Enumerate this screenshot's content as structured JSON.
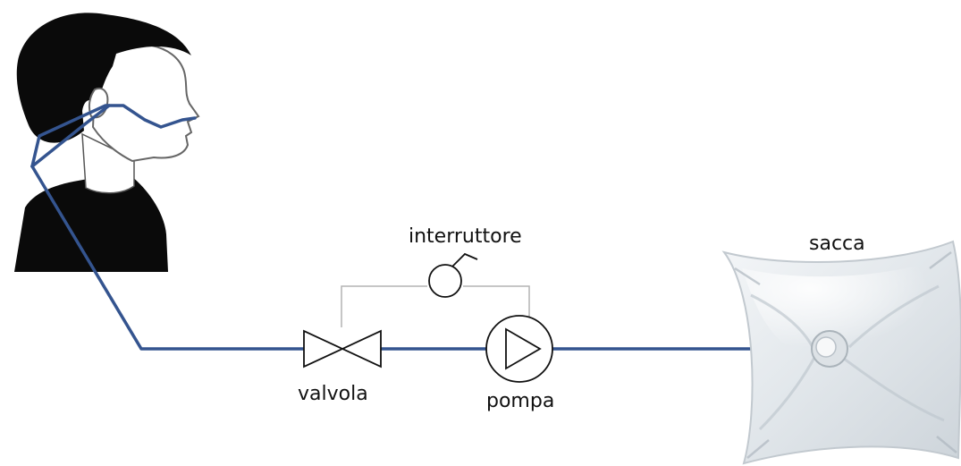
{
  "labels": {
    "switch": "interruttore",
    "bag": "sacca",
    "valve": "valvola",
    "pump": "pompa"
  },
  "colors": {
    "tube": "#34548f",
    "wire": "#b4b4b4",
    "silhouette": "#0a0a0a",
    "symbol_stroke": "#111111",
    "bag_fill": "#e7ebee",
    "bag_shadow": "#c9d0d6"
  },
  "icons": {
    "person": "person-head-silhouette",
    "valve": "valve-symbol",
    "pump": "pump-symbol",
    "switch": "switch-symbol",
    "bag": "sample-bag-image"
  }
}
